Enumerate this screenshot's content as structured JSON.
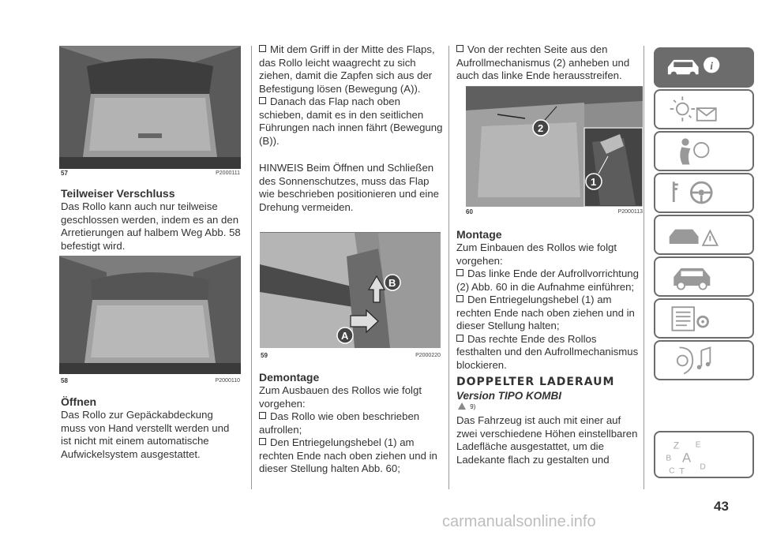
{
  "figures": {
    "f57": {
      "num": "57",
      "code": "P2000111"
    },
    "f58": {
      "num": "58",
      "code": "P2000110"
    },
    "f59": {
      "num": "59",
      "code": "P2000220",
      "callout_a": "A",
      "callout_b": "B"
    },
    "f60": {
      "num": "60",
      "code": "P2000113",
      "callout_1": "1",
      "callout_2": "2"
    }
  },
  "col1": {
    "h_teil": "Teilweiser Verschluss",
    "p_teil": [
      "Das Rollo kann auch nur teilweise",
      "geschlossen werden, indem es an den",
      "Arretierungen auf halbem Weg Abb. 58",
      "befestigt wird."
    ],
    "h_off": "Öffnen",
    "p_off": [
      "Das Rollo zur Gepäckabdeckung",
      "muss von Hand verstellt werden und",
      "ist nicht mit einem automatische",
      "Aufwickelsystem ausgestattet."
    ]
  },
  "col2": {
    "b1": [
      "Mit dem Griff in der Mitte des Flaps,",
      "das Rollo leicht waagrecht zu sich",
      "ziehen, damit die Zapfen sich aus der",
      "Befestigung lösen (Bewegung (A))."
    ],
    "b2": [
      "Danach das Flap nach oben",
      "schieben, damit es in den seitlichen",
      "Führungen nach innen fährt (Bewegung",
      "(B))."
    ],
    "hinweis": [
      "HINWEIS Beim Öffnen und Schließen",
      "des Sonnenschutzes, muss das Flap",
      "wie beschrieben positionieren und eine",
      "Drehung vermeiden."
    ],
    "h_dem": "Demontage",
    "p_dem": [
      "Zum Ausbauen des Rollos wie folgt",
      "vorgehen:"
    ],
    "b3": [
      "Das Rollo wie oben beschrieben",
      "aufrollen;"
    ],
    "b4": [
      "Den Entriegelungshebel (1) am",
      "rechten Ende nach oben ziehen und in",
      "dieser Stellung halten Abb. 60;"
    ]
  },
  "col3": {
    "b1": [
      "Von der rechten Seite aus den",
      "Aufrollmechanismus (2) anheben und",
      "auch das linke Ende herausstreifen."
    ],
    "h_mon": "Montage",
    "p_mon": [
      "Zum Einbauen des Rollos wie folgt",
      "vorgehen:"
    ],
    "b2": [
      "Das linke Ende der Aufrollvorrichtung",
      "(2) Abb. 60 in die Aufnahme einführen;"
    ],
    "b3": [
      "Den Entriegelungshebel (1) am",
      "rechten Ende nach oben ziehen und in",
      "dieser Stellung halten;"
    ],
    "b4": [
      "Das rechte Ende des Rollos",
      "festhalten und den Aufrollmechanismus",
      "blockieren."
    ],
    "big_heading": "DOPPELTER LADERAUM",
    "sub_heading": "Version TIPO KOMBI",
    "ref": "9)",
    "p_final": [
      "Das Fahrzeug ist auch mit einer auf",
      "zwei verschiedene Höhen einstellbaren",
      "Ladefläche ausgestattet, um die",
      "Ladekante flach zu gestalten und"
    ]
  },
  "tabs": {
    "az_letters": [
      "Z",
      "E",
      "B",
      "A",
      "C",
      "T",
      "D"
    ]
  },
  "page_number": "43",
  "watermark": "carmanualsonline.info"
}
